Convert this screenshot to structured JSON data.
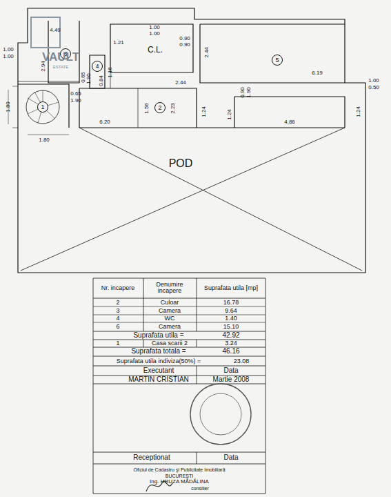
{
  "diagram": {
    "nodes": [
      {
        "text": [
          "1"
        ]
      },
      {
        "text": [
          "2"
        ]
      },
      {
        "text": [
          "3"
        ]
      },
      {
        "text": [
          "4"
        ]
      },
      {
        "text": [
          "5"
        ]
      }
    ],
    "labels": [
      "VAULT",
      "ESTATE",
      "4.49",
      "1.00",
      "1.00",
      "2.94",
      "1.21",
      "1.00",
      "1.00",
      "C.L.",
      "0.90",
      "0.90",
      "2.44",
      "6.19",
      "1.00",
      "0.50",
      "1.16",
      "0.65",
      "1.90",
      "0.65",
      "1.90",
      "0.84",
      "2.44",
      "1.56",
      "2.23",
      "1.24",
      "0.90",
      "1.90",
      "1.24",
      "4.86",
      "1.24",
      "6.20",
      "1.80",
      "1.80",
      "POD",
      "Nr. incapere",
      "Denumire incapere",
      "Suprafata utila [mp]",
      "2",
      "Culoar",
      "16.78",
      "3",
      "Camera",
      "9.64",
      "4",
      "WC",
      "1.40",
      "6",
      "Camera",
      "15.10",
      "Suprafata utila =",
      "42.92",
      "1",
      "Casa scarii 2",
      "3.24",
      "Suprafata totala =",
      "46.16",
      "Suprafata utila indiviza(50%) =",
      "23.08",
      "Executant",
      "Data",
      "MARTIN CRISTIAN",
      "Martie 2008",
      "Receptionat",
      "Data",
      "Oficiul de Cadastru şi Publicitate Imobiliară",
      "BUCUREŞTI",
      "Ing. HRUZA MĂDĂLINA",
      "consilier"
    ]
  }
}
